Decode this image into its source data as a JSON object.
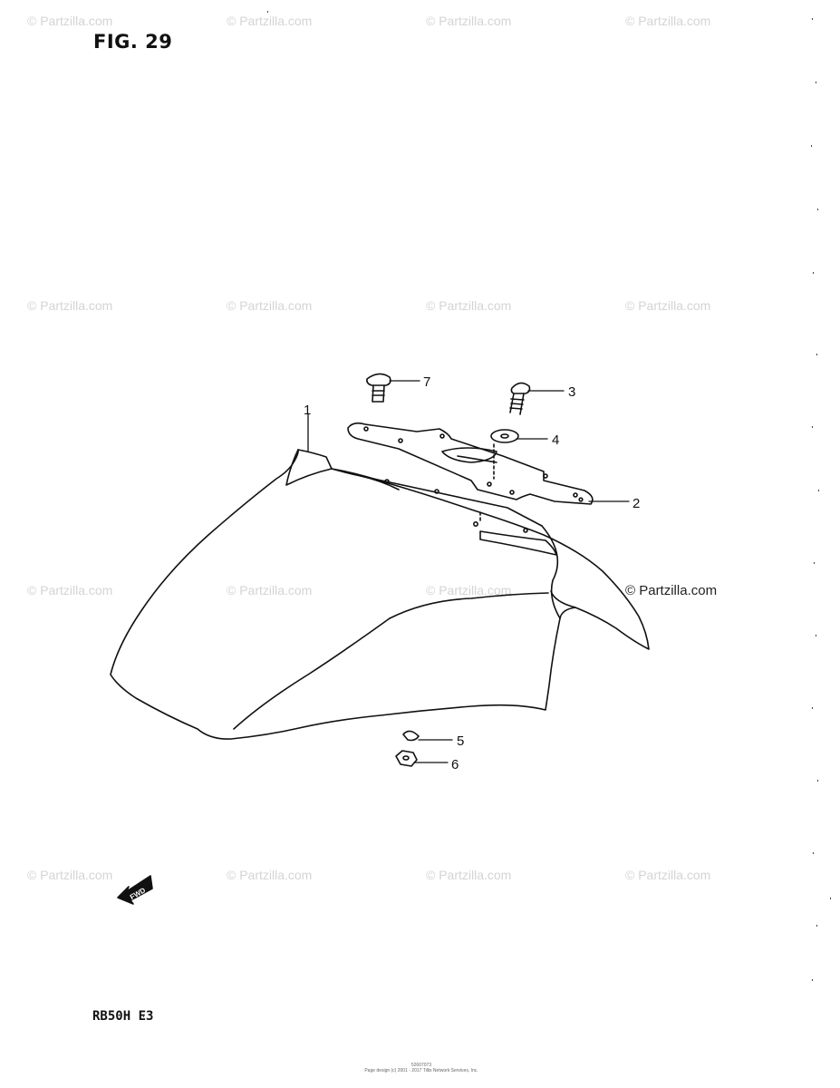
{
  "figure": {
    "title": "FIG. 29",
    "model": "RB50H  E3"
  },
  "watermark": {
    "text": "© Partzilla.com"
  },
  "callouts": [
    "1",
    "2",
    "3",
    "4",
    "5",
    "6",
    "7"
  ],
  "fwd_label": "FWD",
  "footer": {
    "line1": "52607073",
    "line2": "Page design (c) 2001 - 2017 Tillis Network Services, Inc."
  },
  "colors": {
    "line": "#111111",
    "watermark": "#d4d4d4",
    "background": "#ffffff"
  }
}
